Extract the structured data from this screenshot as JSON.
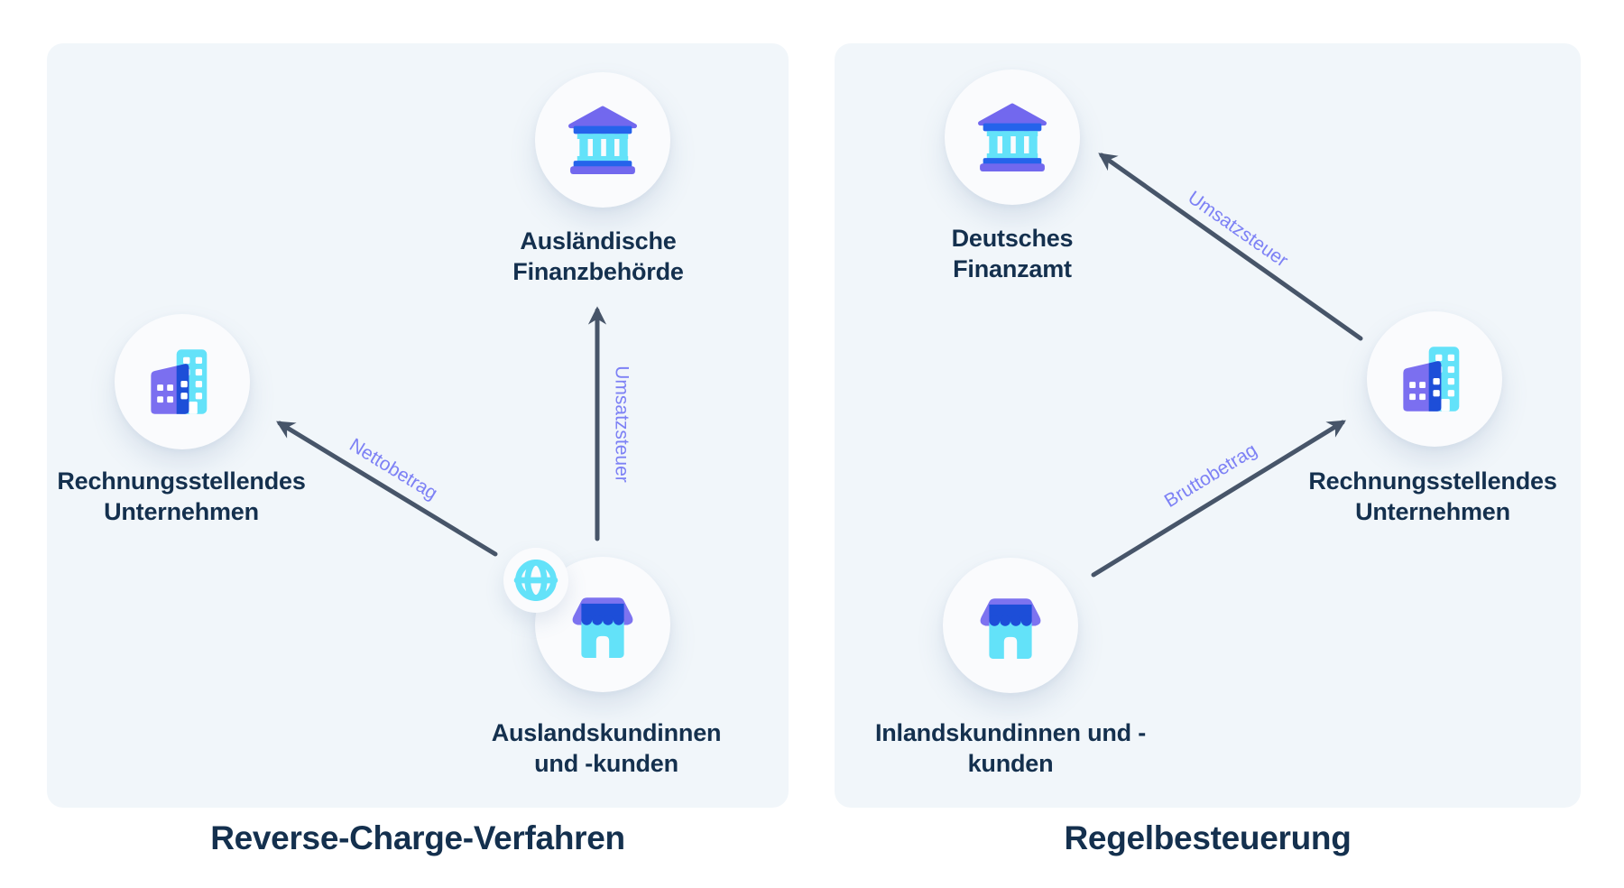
{
  "colors": {
    "page_bg": "#ffffff",
    "panel_bg": "#f1f6fa",
    "node_circle_bg": "#fafbfd",
    "heading_text": "#14304e",
    "arrow": "#475569",
    "arrow_label_purple": "#7d81f5",
    "icon_cyan": "#63e2f9",
    "icon_blue": "#2563eb",
    "icon_deep_blue": "#1d4ed8",
    "icon_purple": "#7268ee"
  },
  "panels": [
    {
      "caption": "Reverse-Charge-Verfahren",
      "nodes": [
        {
          "icon": "bank-icon",
          "label": "Ausländische\nFinanzbehörde"
        },
        {
          "icon": "buildings-icon",
          "label": "Rechnungsstellendes\nUnternehmen"
        },
        {
          "icon": "store-icon-with-globe",
          "label": "Auslandskundinnen\nund -kunden"
        }
      ],
      "arrows": [
        {
          "label": "Umsatzsteuer",
          "from": "Auslandskundinnen und -kunden",
          "to": "Ausländische Finanzbehörde"
        },
        {
          "label": "Nettobetrag",
          "from": "Auslandskundinnen und -kunden",
          "to": "Rechnungsstellendes Unternehmen"
        }
      ]
    },
    {
      "caption": "Regelbesteuerung",
      "nodes": [
        {
          "icon": "bank-icon",
          "label": "Deutsches\nFinanzamt"
        },
        {
          "icon": "buildings-icon",
          "label": "Rechnungsstellendes\nUnternehmen"
        },
        {
          "icon": "store-icon",
          "label": "Inlandskundinnen und -\nkunden"
        }
      ],
      "arrows": [
        {
          "label": "Umsatzsteuer",
          "from": "Rechnungsstellendes Unternehmen",
          "to": "Deutsches Finanzamt"
        },
        {
          "label": "Bruttobetrag",
          "from": "Inlandskundinnen und -kunden",
          "to": "Rechnungsstellendes Unternehmen"
        }
      ]
    }
  ]
}
